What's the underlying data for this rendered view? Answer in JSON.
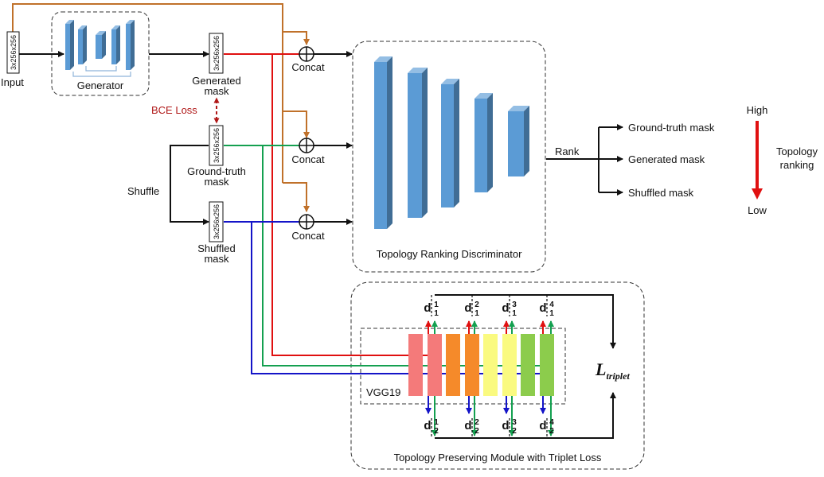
{
  "labels": {
    "input": "Input",
    "generator": "Generator",
    "generated_mask": [
      "Generated",
      "mask"
    ],
    "bce_loss": "BCE Loss",
    "ground_truth_mask": [
      "Ground-truth",
      "mask"
    ],
    "shuffle": "Shuffle",
    "shuffled_mask": [
      "Shuffled",
      "mask"
    ],
    "concat": "Concat",
    "tensor_size": "3x256x256",
    "discriminator": "Topology Ranking Discriminator",
    "rank": "Rank",
    "rank_outputs": [
      "Ground-truth mask",
      "Generated mask",
      "Shuffled mask"
    ],
    "scale_high": "High",
    "scale_low": "Low",
    "scale_title": [
      "Topology",
      "ranking"
    ],
    "vgg": "VGG19",
    "loss_symbol": "L",
    "loss_subscript": "triplet",
    "module": "Topology Preserving Module with Triplet Loss",
    "d_base": "d",
    "d_top_sub": "1",
    "d_bottom_sub": "2",
    "d_sups": [
      "1",
      "2",
      "3",
      "4"
    ]
  },
  "colors": {
    "input_line": "#c0712a",
    "generated": "#e01010",
    "ground_truth": "#14a050",
    "shuffled": "#1414c8",
    "bce": "#b01818",
    "block": "#5b9bd5",
    "scale_arrow": "#e01010",
    "vgg_blocks": [
      "#f47a7a",
      "#f47a7a",
      "#f58a2a",
      "#f58a2a",
      "#fafa80",
      "#fafa80",
      "#8ccc4c",
      "#8ccc4c"
    ]
  }
}
